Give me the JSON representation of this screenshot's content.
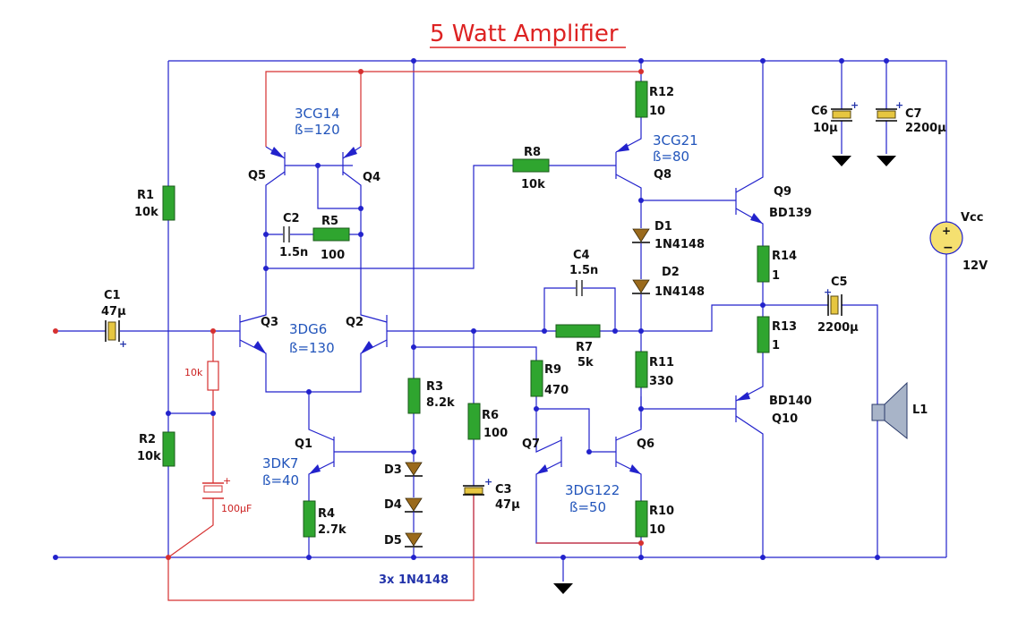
{
  "title": "5 Watt Amplifier",
  "colors": {
    "wire": "#2222cc",
    "feedback": "#d63030",
    "resistor": "#2fa52f",
    "title": "#dd2222",
    "note": "#2255bb"
  },
  "labels": {
    "Q5": "Q5",
    "Q4": "Q4",
    "Q3": "Q3",
    "Q2": "Q2",
    "Q1": "Q1",
    "Q6": "Q6",
    "Q7": "Q7",
    "Q8": "Q8",
    "Q9": "Q9",
    "Q10": "Q10",
    "R1": "R1",
    "R1v": "10k",
    "R2": "R2",
    "R2v": "10k",
    "R3": "R3",
    "R3v": "8.2k",
    "R4": "R4",
    "R4v": "2.7k",
    "R5": "R5",
    "R5v": "100",
    "R6": "R6",
    "R6v": "100",
    "R7": "R7",
    "R7v": "5k",
    "R8": "R8",
    "R8v": "10k",
    "R9": "R9",
    "R9v": "470",
    "R10": "R10",
    "R10v": "10",
    "R11": "R11",
    "R11v": "330",
    "R12": "R12",
    "R12v": "10",
    "R13": "R13",
    "R13v": "1",
    "R14": "R14",
    "R14v": "1",
    "C1": "C1",
    "C1v": "47µ",
    "C2": "C2",
    "C2v": "1.5n",
    "C3": "C3",
    "C3v": "47µ",
    "C4": "C4",
    "C4v": "1.5n",
    "C5": "C5",
    "C5v": "2200µ",
    "C6": "C6",
    "C6v": "10µ",
    "C7": "C7",
    "C7v": "2200µ",
    "D1": "D1",
    "D1v": "1N4148",
    "D2": "D2",
    "D2v": "1N4148",
    "D3": "D3",
    "D4": "D4",
    "D5": "D5",
    "L1": "L1",
    "Vcc": "Vcc",
    "Vccv": "12V",
    "Q9v": "BD139",
    "Q10v": "BD140",
    "n3CG14": "3CG14",
    "b120": "ß=120",
    "n3CG21": "3CG21",
    "b80": "ß=80",
    "n3DG6": "3DG6",
    "b130": "ß=130",
    "n3DK7": "3DK7",
    "b40": "ß=40",
    "n3DG122": "3DG122",
    "b50": "ß=50",
    "diodes": "3x 1N4148",
    "r10k": "10k",
    "c100": "100µF"
  }
}
